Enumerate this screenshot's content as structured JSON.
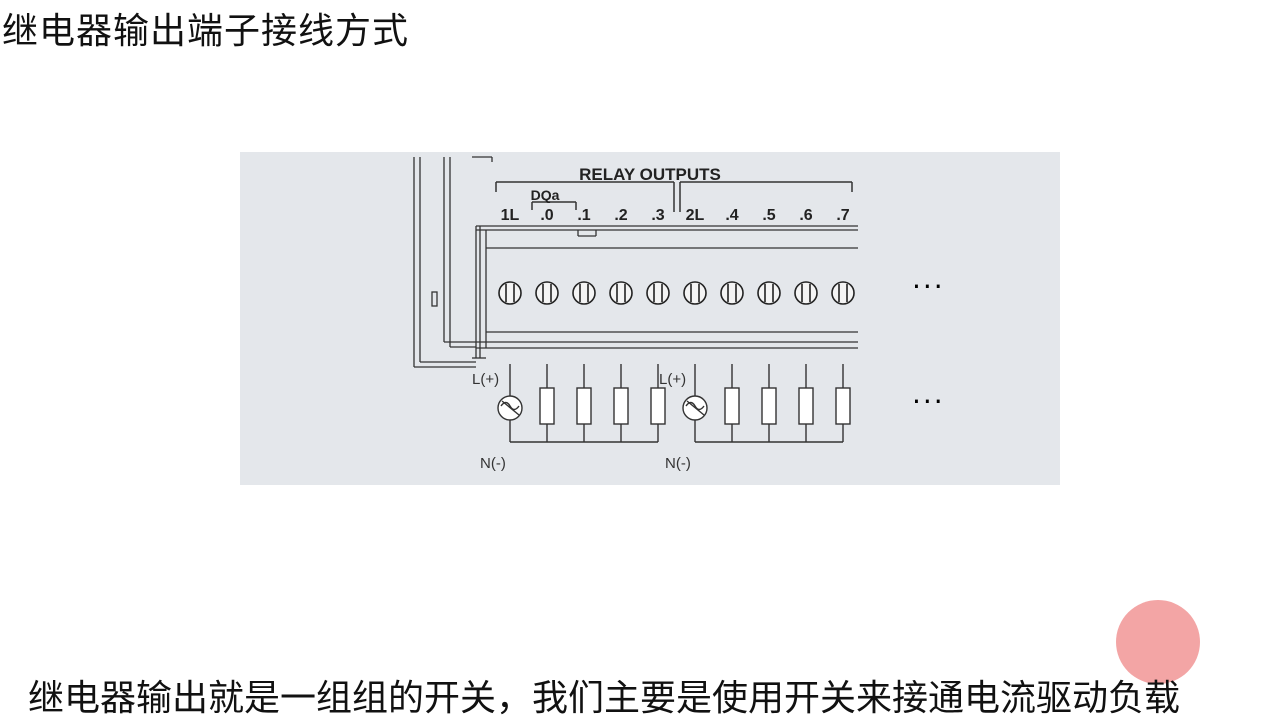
{
  "title": "继电器输出端子接线方式",
  "subtitle": "继电器输出就是一组组的开关，我们主要是使用开关来接通电流驱动负载",
  "diagram": {
    "header": "RELAY OUTPUTS",
    "group_label": "DQa",
    "terminals": [
      "1L",
      ".0",
      ".1",
      ".2",
      ".3",
      "2L",
      ".4",
      ".5",
      ".6",
      ".7"
    ],
    "supply_labels": [
      "L(+)",
      "L(+)"
    ],
    "neutral_labels": [
      "N(-)",
      "N(-)"
    ],
    "ellipsis_top": "···",
    "ellipsis_bottom": "···"
  },
  "colors": {
    "panel_bg": "#e4e7eb",
    "line": "#333333",
    "pointer": "#f08c8c"
  }
}
